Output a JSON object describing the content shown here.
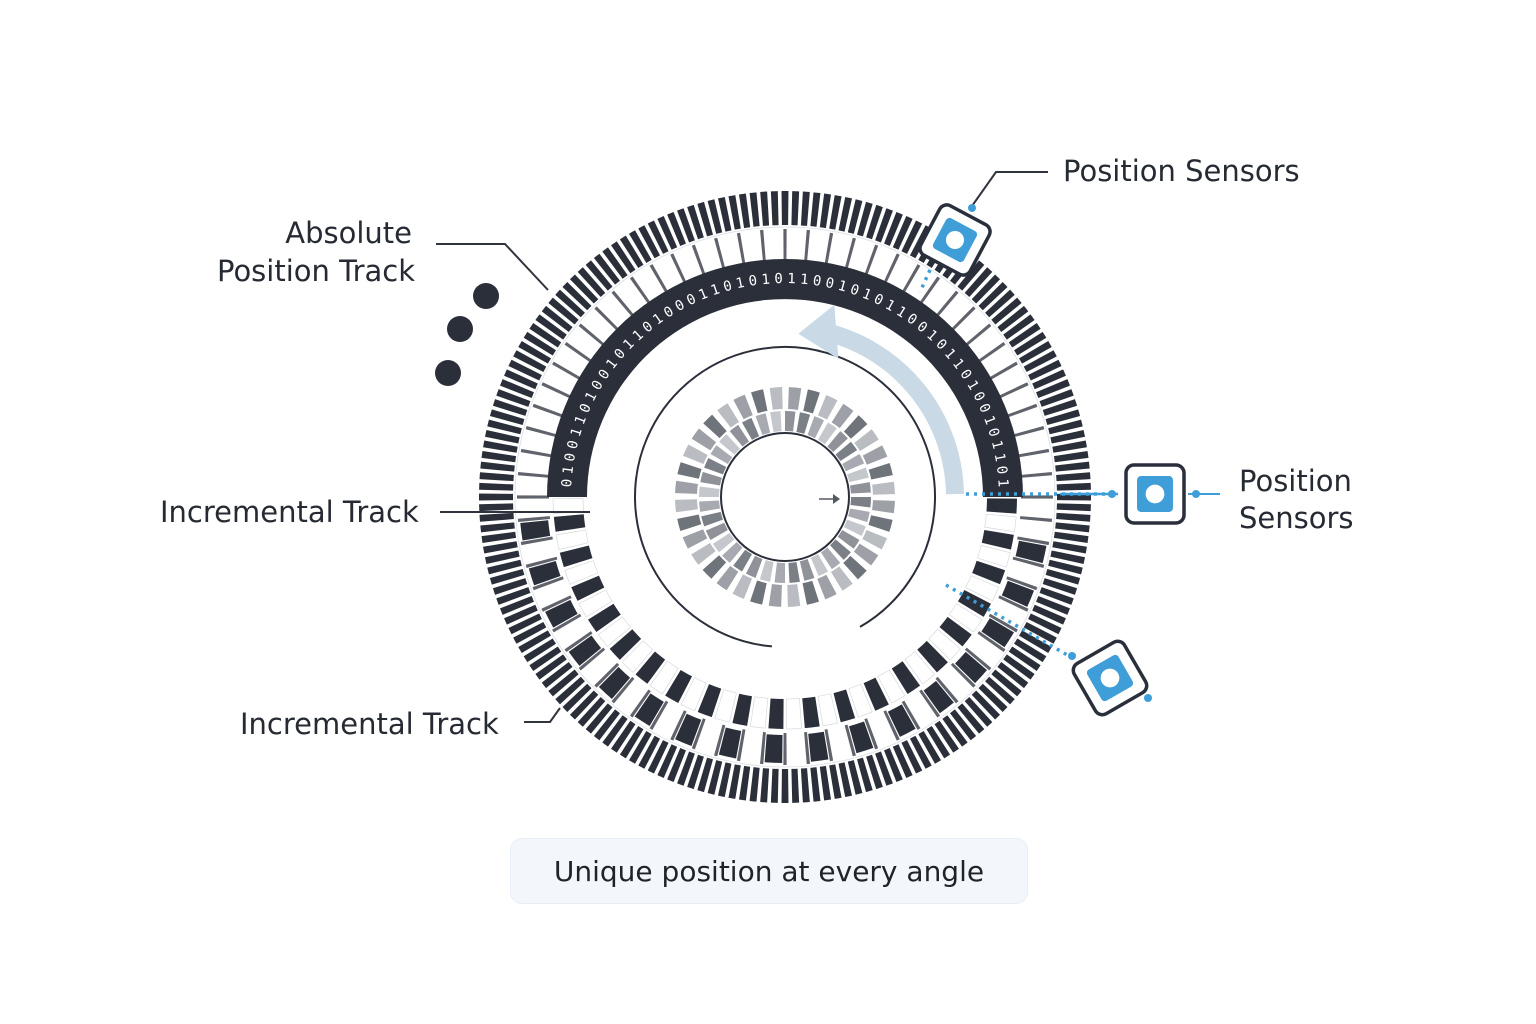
{
  "labels": {
    "absolute_track_line1": "Absolute",
    "absolute_track_line2": "Position Track",
    "incremental_track_upper": "Incremental Track",
    "incremental_track_lower": "Incremental Track",
    "position_sensors_top": "Position Sensors",
    "position_sensors_right_line1": "Position",
    "position_sensors_right_line2": "Sensors"
  },
  "caption": "Unique position at every angle",
  "absolute_track_code": "0100110100101101000110101011001010110010110100101101",
  "colors": {
    "ink": "#23272f",
    "dark_track": "#2b2f3a",
    "sensor_blue": "#3f9ed8",
    "sensor_frame": "#2a2f3c",
    "arrow_light": "#c9d9e6",
    "caption_bg": "#f3f7fb",
    "hub_gray": "#8a8d93"
  },
  "icons": {
    "sensor": "square-sensor-icon",
    "rotation": "curved-arrow-icon",
    "dots": "dot-cluster-icon"
  }
}
